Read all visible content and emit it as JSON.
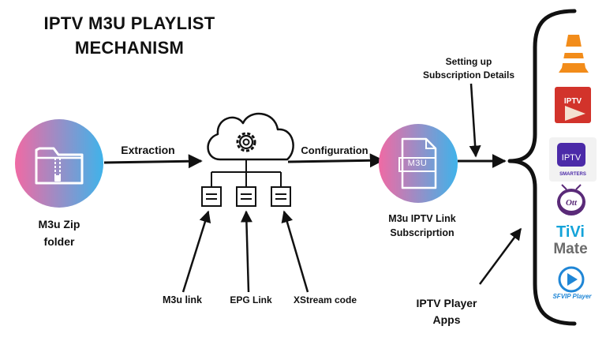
{
  "title": {
    "line1": "IPTV M3U PLAYLIST",
    "line2": "MECHANISM"
  },
  "nodes": {
    "zip": {
      "label_line1": "M3u Zip",
      "label_line2": "folder"
    },
    "cloud": {},
    "subscription": {
      "label_line1": "M3u IPTV Link",
      "label_line2": "Subscriprtion",
      "badge": "M3U"
    }
  },
  "edges": {
    "extraction": "Extraction",
    "configuration": "Configuration"
  },
  "annotations": {
    "setting_up_line1": "Setting up",
    "setting_up_line2": "Subscription Details",
    "m3u_link": "M3u link",
    "epg_link": "EPG Link",
    "xstream_code": "XStream code",
    "player_apps_line1": "IPTV Player",
    "player_apps_line2": "Apps"
  },
  "apps": {
    "vlc": {
      "icon": "vlc-cone-icon"
    },
    "iptv": {
      "icon": "iptv-play-icon",
      "text": "IPTV"
    },
    "smarters": {
      "icon": "iptv-smarters-icon",
      "text": "IPTV",
      "subtext": "SMARTERS"
    },
    "ott": {
      "icon": "ott-navigator-icon",
      "text": "Ott"
    },
    "tivimate": {
      "line1": "TiVi",
      "line2": "Mate"
    },
    "sfvip": {
      "icon": "sfvip-play-icon",
      "text": "SFVIP Player"
    }
  },
  "colors": {
    "gradient_start": "#f06aa4",
    "gradient_end": "#3fb3ea",
    "arrow": "#111111",
    "vlc_orange": "#f28c1a",
    "iptv_red": "#d2332b",
    "smarters_purple": "#4b2aa8",
    "tivi_blue": "#14a3d9",
    "sfvip_blue": "#1f86d6"
  }
}
